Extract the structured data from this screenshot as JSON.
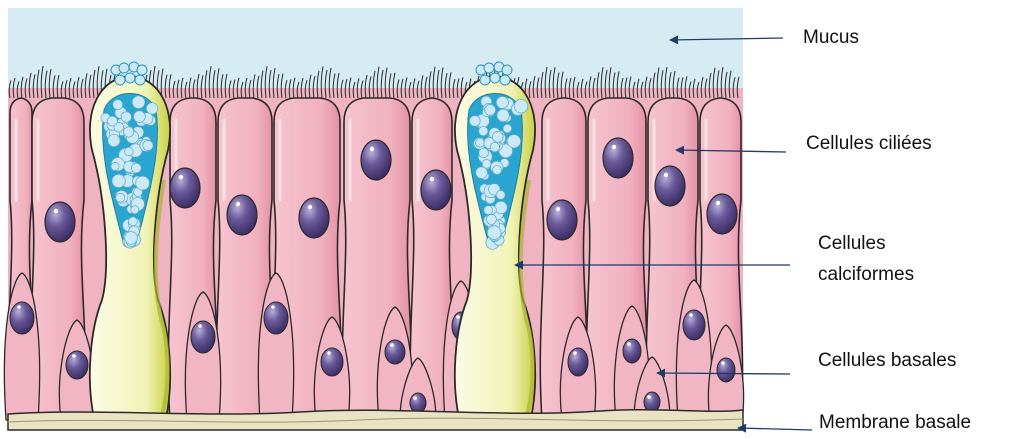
{
  "labels": {
    "mucus": "Mucus",
    "ciliated": "Cellules ciliées",
    "goblet_line1": "Cellules",
    "goblet_line2": "calciformes",
    "basal": "Cellules basales",
    "membrane": "Membrane basale"
  },
  "colors": {
    "mucus": "#d6ecf3",
    "cell_fill": "#f3b8c5",
    "cell_shade": "#e592a8",
    "nucleus": "#6a5a9a",
    "goblet_fill": "#f5f7c8",
    "goblet_shade": "#c9d24a",
    "vesicle": "#bfe3f5",
    "vesicle_bg": "#2aa5cf",
    "membrane": "#e9e3c4",
    "arrow": "#1f3a6b"
  }
}
